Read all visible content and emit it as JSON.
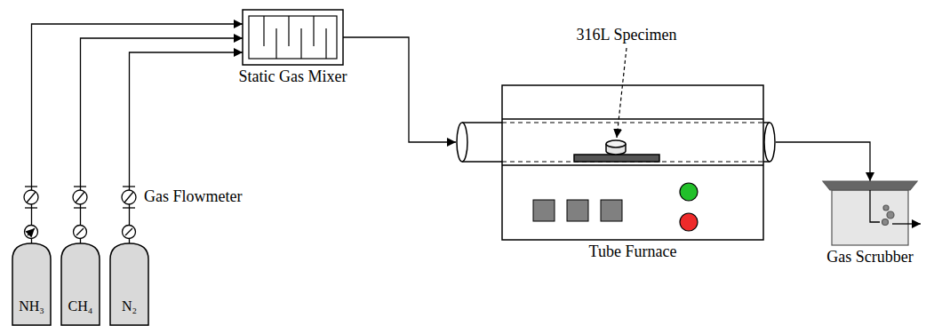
{
  "diagram": {
    "nodes": [
      {
        "text": [
          "NH₃"
        ]
      },
      {
        "text": [
          "CH₄"
        ]
      },
      {
        "text": [
          "N₂"
        ]
      },
      {
        "text": [
          "Static Gas Mixer"
        ]
      },
      {
        "text": [
          "Tube Furnace"
        ]
      },
      {
        "text": [
          "Gas Scrubber"
        ]
      }
    ],
    "edges": [
      {
        "from": 0,
        "to": 3,
        "arrow": "to"
      },
      {
        "from": 1,
        "to": 3,
        "arrow": "to"
      },
      {
        "from": 2,
        "to": 3,
        "arrow": "to"
      },
      {
        "from": 3,
        "to": 4,
        "arrow": "to"
      },
      {
        "from": 4,
        "to": 5,
        "arrow": "to"
      }
    ],
    "labels": [
      "Gas Flowmeter",
      "316L Specimen"
    ]
  }
}
